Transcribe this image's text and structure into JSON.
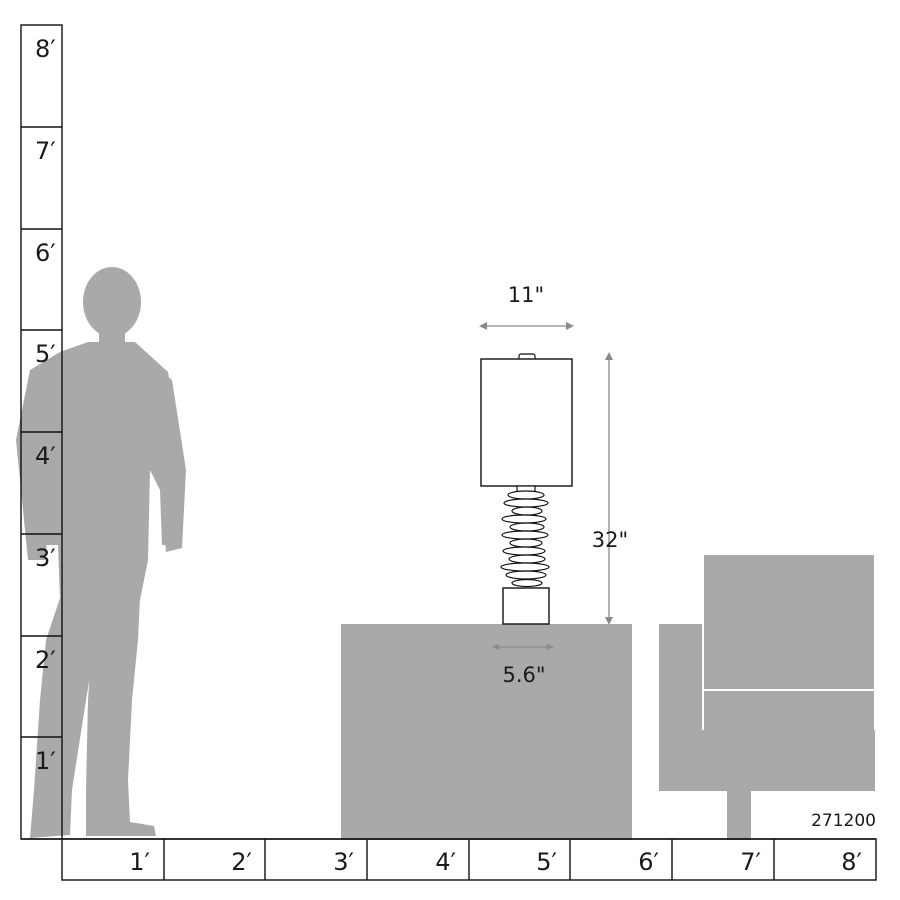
{
  "vertical_ruler": {
    "labels": [
      "8′",
      "7′",
      "6′",
      "5′",
      "4′",
      "3′",
      "2′",
      "1′"
    ]
  },
  "horizontal_ruler": {
    "labels": [
      "1′",
      "2′",
      "3′",
      "4′",
      "5′",
      "6′",
      "7′",
      "8′"
    ]
  },
  "dimensions": {
    "shade_width": "11\"",
    "lamp_height": "32\"",
    "base_width": "5.6\""
  },
  "product_code": "271200",
  "colors": {
    "silhouette": "#a9a9a9",
    "outline": "#111111",
    "dimension_line": "#8a8a8a"
  }
}
